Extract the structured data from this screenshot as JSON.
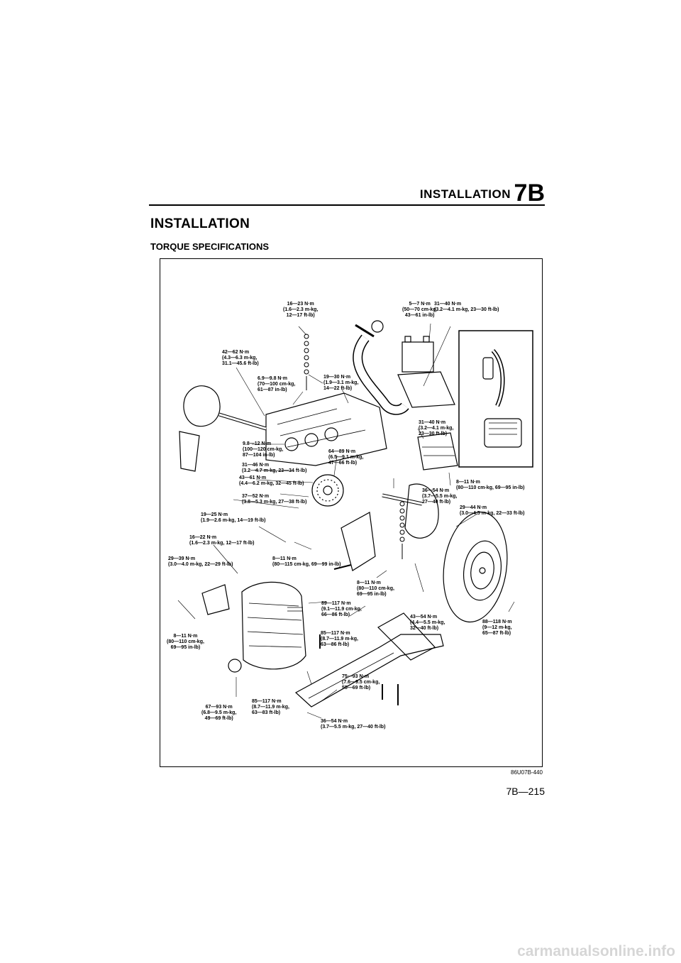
{
  "header": {
    "title": "INSTALLATION",
    "section_code": "7B"
  },
  "section_title": "INSTALLATION",
  "subsection_title": "TORQUE SPECIFICATIONS",
  "diagram": {
    "figure_code": "86U07B-440",
    "labels": {
      "l01": "16—23 N·m\n(1.6—2.3 m-kg,\n12—17 ft-lb)",
      "l02": "5—7 N·m\n(50—70 cm-kg,\n43—61 in-lb)",
      "l03": "31—40 N·m\n(3.2—4.1 m-kg, 23—30 ft-lb)",
      "l04": "42—62 N·m\n(4.3—6.3 m-kg,\n31.1—45.6 ft-lb)",
      "l05": "19—30 N·m\n(1.9—3.1 m-kg,\n14—22 ft-lb)",
      "l06": "6.9—9.8 N·m\n(70—100 cm-kg,\n61—87 in-lb)",
      "l07": "31—40 N·m\n(3.2—4.1 m-kg,\n23—30 ft-lb)",
      "l08": "9.8—12 N·m\n(100—120 cm-kg,\n87—104 in-lb)",
      "l09": "64—89 N·m\n(6.5—9.1 m-kg,\n47—66 ft-lb)",
      "l10": "31—46 N·m\n(3.2—4.7 m-kg, 23—34 ft-lb)",
      "l11": "43—61 N·m\n(4.4—6.2 m-kg, 32—45 ft-lb)",
      "l12": "8—11 N·m\n(80—110 cm-kg, 69—95 in-lb)",
      "l13": "37—52 N·m\n(3.8—5.3 m-kg, 27—38 ft-lb)",
      "l14": "36—54 N·m\n(3.7—5.5 m-kg,\n27—40 ft-lb)",
      "l15": "29—44 N·m\n(3.0—4.5 m-kg, 22—33 ft-lb)",
      "l16": "19—25 N·m\n(1.9—2.6 m-kg, 14—19 ft-lb)",
      "l17": "16—22 N·m\n(1.6—2.3 m-kg, 12—17 ft-lb)",
      "l18": "29—39 N·m\n(3.0—4.0 m-kg, 22—29 ft-lb)",
      "l19": "8—11 N·m\n(80—115 cm-kg, 69—99 in-lb)",
      "l20": "8—11 N·m\n(80—110 cm-kg,\n69—95 in-lb)",
      "l21": "89—117 N·m\n(9.1—11.9 cm-kg,\n66—86 ft-lb)",
      "l22": "43—54 N·m\n(4.4—5.5 m-kg,\n32—40 ft-lb)",
      "l23": "88—118 N·m\n(9—12 m-kg,\n65—87 ft-lb)",
      "l24": "8—11 N·m\n(80—110 cm-kg,\n69—95 in-lb)",
      "l25": "85—117 N·m\n(8.7—11.9 m-kg,\n63—86 ft-lb)",
      "l26": "75—93 N·m\n(7.6—9.5 cm-kg,\n55—69 ft-lb)",
      "l27": "85—117 N·m\n(8.7—11.9 m-kg,\n63—83 ft-lb)",
      "l28": "67—93 N·m\n(6.8—9.5 m-kg,\n49—69 ft-lb)",
      "l29": "36—54 N·m\n(3.7—5.5 m-kg, 27—40 ft-lb)"
    }
  },
  "page_number": "7B—215",
  "watermark": "carmanualsonline.info"
}
